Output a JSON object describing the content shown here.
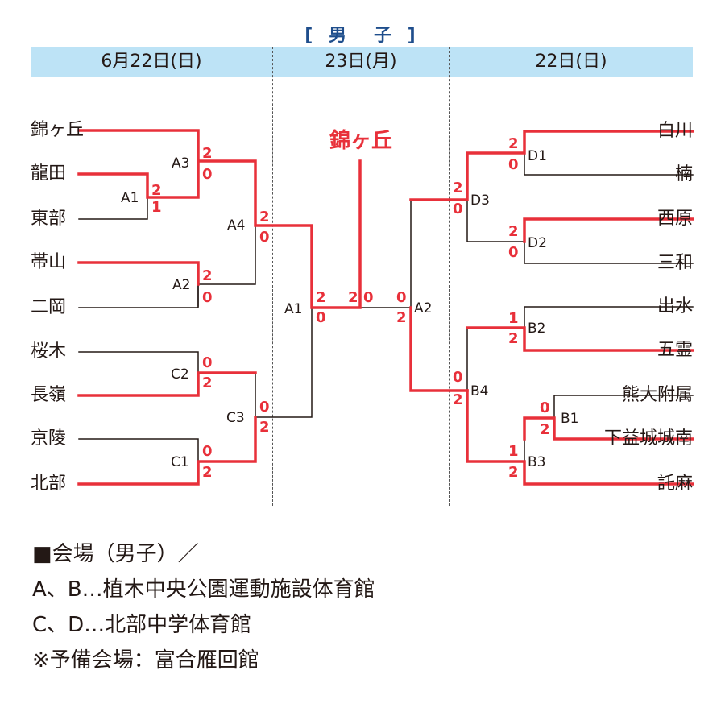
{
  "title": "[ 男　子 ]",
  "headers": [
    "6月22日(日)",
    "23日(月)",
    "22日(日)"
  ],
  "champion": "錦ヶ丘",
  "teams_left": [
    "錦ヶ丘",
    "龍田",
    "東部",
    "帯山",
    "二岡",
    "桜木",
    "長嶺",
    "京陵",
    "北部"
  ],
  "teams_right": [
    "白川",
    "楠",
    "西原",
    "三和",
    "出水",
    "五霊",
    "熊大附属",
    "下益城城南",
    "託麻"
  ],
  "matches": {
    "A1": "A1",
    "A2": "A2",
    "A3": "A3",
    "A4": "A4",
    "B1": "B1",
    "B2": "B2",
    "B3": "B3",
    "B4": "B4",
    "C1": "C1",
    "C2": "C2",
    "C3": "C3",
    "D1": "D1",
    "D2": "D2",
    "D3": "D3"
  },
  "scores": {
    "a3_top": "2",
    "a3_bot": "0",
    "a1_top": "2",
    "a1_bot": "1",
    "a2_top": "2",
    "a2_bot": "0",
    "a4_top": "2",
    "a4_bot": "0",
    "c2_top": "0",
    "c2_bot": "2",
    "c1_top": "0",
    "c1_bot": "2",
    "c3_top": "0",
    "c3_bot": "2",
    "sf_left_top": "2",
    "sf_left_bot": "0",
    "final_left": "2",
    "final_right": "0",
    "sf_right_top": "0",
    "sf_right_bot": "2",
    "d1_top": "2",
    "d1_bot": "0",
    "d2_top": "2",
    "d2_bot": "0",
    "d3_top": "2",
    "d3_bot": "0",
    "b2_top": "1",
    "b2_bot": "2",
    "b1_top": "0",
    "b1_bot": "2",
    "b3_top": "1",
    "b3_bot": "2",
    "b4_top": "0",
    "b4_bot": "2"
  },
  "notes": [
    "■会場（男子）／",
    "A、B…植木中央公園運動施設体育館",
    "C、D…北部中学体育館",
    "※予備会場：富合雁回館"
  ],
  "colors": {
    "winner": "#e8303a",
    "line": "#231815",
    "header_bg": "#bde3f6",
    "title": "#1f4e8c"
  }
}
